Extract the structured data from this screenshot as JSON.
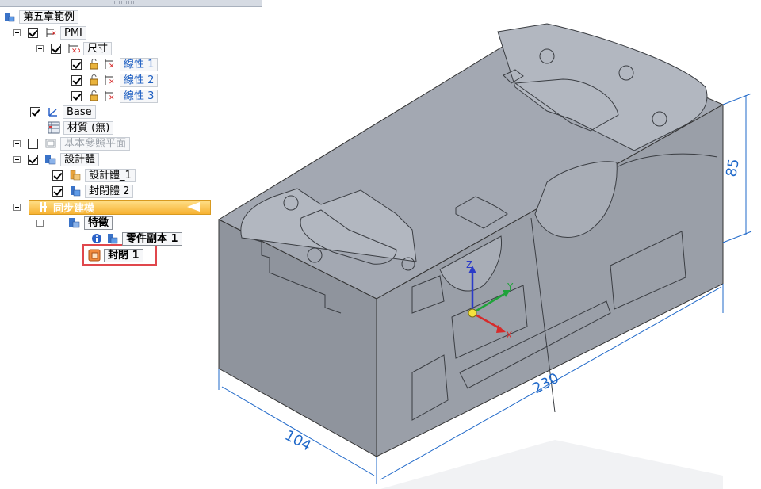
{
  "tree": {
    "root": "第五章範例",
    "pmi": "PMI",
    "dimensions": "尺寸",
    "linear1": "線性 1",
    "linear2": "線性 2",
    "linear3": "線性 3",
    "base": "Base",
    "material": "材質 (無)",
    "ref_planes": "基本參照平面",
    "design_bodies": "設計體",
    "design_body_1": "設計體_1",
    "closed_body_2": "封閉體 2",
    "sync_modeling": "同步建模",
    "features": "特徵",
    "part_copy_1": "零件副本 1",
    "close_1": "封閉 1"
  },
  "model": {
    "dim_height": "85",
    "dim_length": "230",
    "dim_width": "104",
    "axis_z": "Z",
    "axis_y": "Y",
    "axis_x": "X"
  },
  "colors": {
    "accent": "#f7b232",
    "dimension": "#1f68c9",
    "selection": "#e0474c"
  }
}
